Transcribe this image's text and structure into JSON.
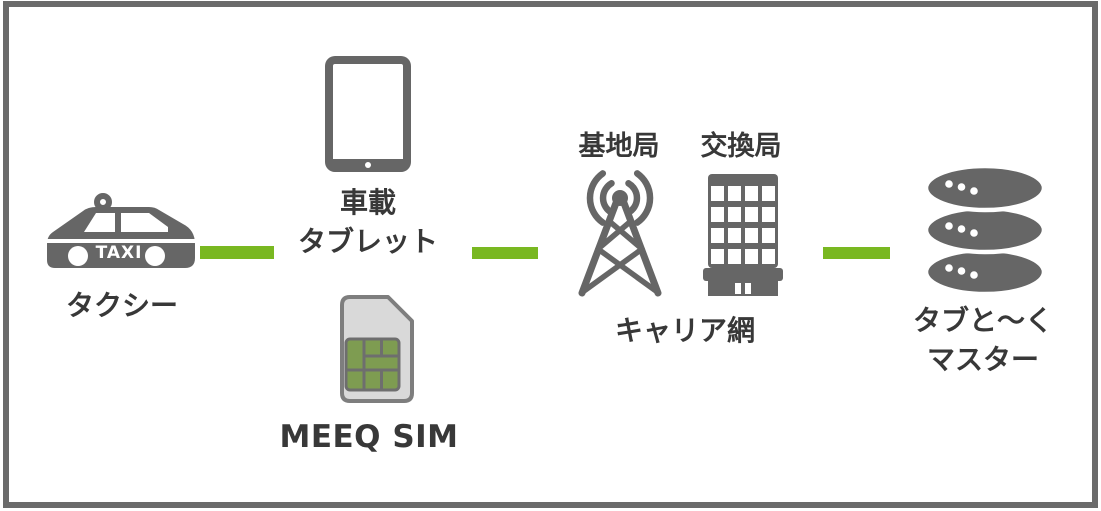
{
  "colors": {
    "accent_green": "#79b821",
    "icon_gray": "#666666",
    "frame_gray": "#6b6b6b",
    "text_dark": "#383838",
    "sim_card_body": "#d9d9d9",
    "sim_chip_green": "#7e9c51"
  },
  "nodes": {
    "taxi": {
      "label": "タクシー",
      "sign_text": "TAXI"
    },
    "tablet": {
      "label_line1": "車載",
      "label_line2": "タブレット"
    },
    "sim": {
      "label": "MEEQ SIM"
    },
    "base_station": {
      "label": "基地局"
    },
    "exchange": {
      "label": "交換局"
    },
    "carrier_network": {
      "label": "キャリア網"
    },
    "master_server": {
      "label_line1": "タブと〜く",
      "label_line2": "マスター"
    }
  }
}
